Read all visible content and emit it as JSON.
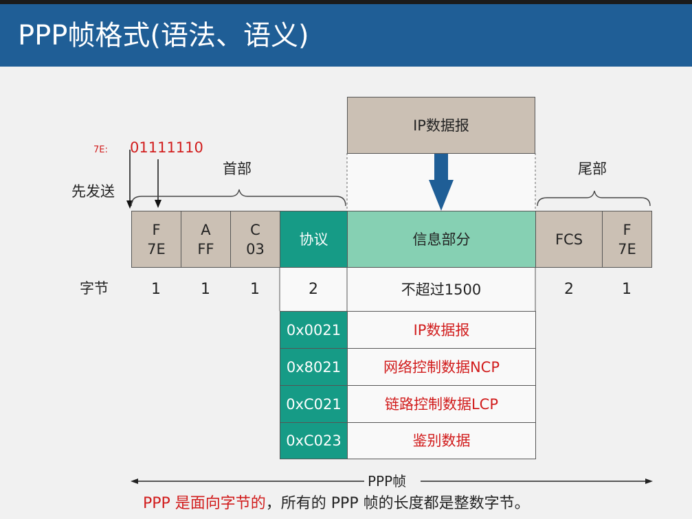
{
  "slide": {
    "title": "PPP帧格式(语法、语义)"
  },
  "ip_datagram_label": "IP数据报",
  "first_sent_label": "先发送",
  "flag_note": {
    "key": "7E:",
    "bits": "01111110"
  },
  "header_brace_label": "首部",
  "trailer_brace_label": "尾部",
  "frame_fields": [
    {
      "top": "F",
      "bottom": "7E"
    },
    {
      "top": "A",
      "bottom": "FF"
    },
    {
      "top": "C",
      "bottom": "03"
    },
    {
      "label": "协议"
    },
    {
      "label": "信息部分"
    },
    {
      "label": "FCS"
    },
    {
      "top": "F",
      "bottom": "7E"
    }
  ],
  "bytes_label": "字节",
  "byte_counts": [
    "1",
    "1",
    "1",
    "2",
    "不超过1500",
    "2",
    "1"
  ],
  "protocol_table": [
    {
      "code": "0x0021",
      "meaning": "IP数据报"
    },
    {
      "code": "0x8021",
      "meaning": "网络控制数据NCP"
    },
    {
      "code": "0xC021",
      "meaning": "链路控制数据LCP"
    },
    {
      "code": "0xC023",
      "meaning": "鉴别数据"
    }
  ],
  "frame_span_label": "PPP帧",
  "footer_note": {
    "red_part": "PPP 是面向字节的",
    "rest": "，所有的 PPP 帧的长度都是整数字节。"
  },
  "colors": {
    "header_bar": "#1f5e96",
    "gray_field": "#cbc0b4",
    "teal_field": "#169b86",
    "mint_field": "#86d0b3",
    "arrow": "#1f5e96",
    "red_text": "#d11c1c"
  }
}
